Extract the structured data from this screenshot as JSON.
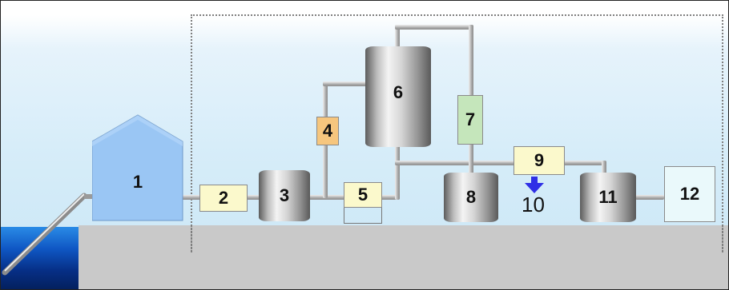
{
  "diagram": {
    "units": [
      {
        "id": "1",
        "label": "1"
      },
      {
        "id": "2",
        "label": "2"
      },
      {
        "id": "3",
        "label": "3"
      },
      {
        "id": "4",
        "label": "4"
      },
      {
        "id": "5",
        "label": "5"
      },
      {
        "id": "6",
        "label": "6"
      },
      {
        "id": "7",
        "label": "7"
      },
      {
        "id": "8",
        "label": "8"
      },
      {
        "id": "9",
        "label": "9"
      },
      {
        "id": "10",
        "label": "10"
      },
      {
        "id": "11",
        "label": "11"
      },
      {
        "id": "12",
        "label": "12"
      }
    ],
    "colors": {
      "house": "#9ac6f4",
      "pale_yellow": "#fbf9cc",
      "orange": "#f6c67e",
      "green": "#c5e6bb",
      "light_cyan": "#eaf9fb",
      "arrow": "#2f2fe6"
    },
    "icons": [
      "down-arrow-icon"
    ]
  }
}
